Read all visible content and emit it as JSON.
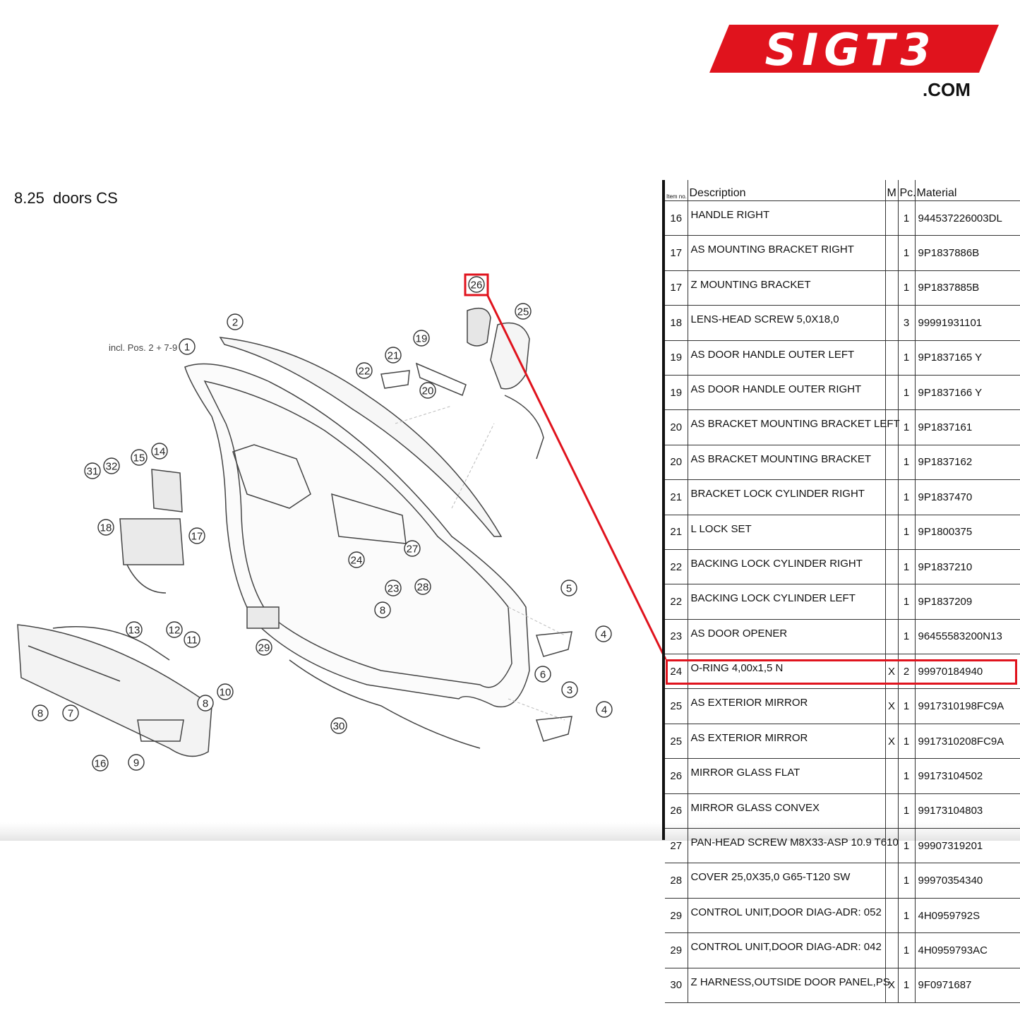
{
  "brand": {
    "logo_text": "SIGT3",
    "domain": ".COM",
    "color": "#e0131d"
  },
  "section": {
    "title": "8.25  doors CS"
  },
  "diagram": {
    "note": "incl. Pos. 2 + 7-9",
    "callouts": [
      "26",
      "25",
      "2",
      "1",
      "22",
      "21",
      "19",
      "20",
      "15",
      "14",
      "31",
      "32",
      "18",
      "17",
      "24",
      "27",
      "23",
      "28",
      "8",
      "5",
      "4",
      "13",
      "12",
      "11",
      "29",
      "10",
      "8",
      "6",
      "3",
      "4",
      "8",
      "7",
      "30",
      "16",
      "9"
    ],
    "highlight_color": "#e0131d"
  },
  "table": {
    "headers": {
      "item": "Item no.",
      "description": "Description",
      "m": "M",
      "pc": "Pc.",
      "material": "Material"
    },
    "rows": [
      {
        "item": "16",
        "description": "HANDLE RIGHT",
        "m": "",
        "pc": "1",
        "material": "944537226003DL"
      },
      {
        "item": "17",
        "description": "AS MOUNTING BRACKET RIGHT",
        "m": "",
        "pc": "1",
        "material": "9P1837886B"
      },
      {
        "item": "17",
        "description": "Z MOUNTING BRACKET",
        "m": "",
        "pc": "1",
        "material": "9P1837885B"
      },
      {
        "item": "18",
        "description": "LENS-HEAD SCREW 5,0X18,0",
        "m": "",
        "pc": "3",
        "material": "99991931101"
      },
      {
        "item": "19",
        "description": "AS DOOR HANDLE OUTER LEFT",
        "m": "",
        "pc": "1",
        "material": "9P1837165 Y"
      },
      {
        "item": "19",
        "description": "AS DOOR HANDLE OUTER RIGHT",
        "m": "",
        "pc": "1",
        "material": "9P1837166 Y"
      },
      {
        "item": "20",
        "description": "AS BRACKET MOUNTING BRACKET LEFT",
        "m": "",
        "pc": "1",
        "material": "9P1837161"
      },
      {
        "item": "20",
        "description": "AS BRACKET MOUNTING BRACKET",
        "m": "",
        "pc": "1",
        "material": "9P1837162"
      },
      {
        "item": "21",
        "description": "BRACKET LOCK CYLINDER RIGHT",
        "m": "",
        "pc": "1",
        "material": "9P1837470"
      },
      {
        "item": "21",
        "description": "L LOCK SET",
        "m": "",
        "pc": "1",
        "material": "9P1800375"
      },
      {
        "item": "22",
        "description": "BACKING LOCK CYLINDER RIGHT",
        "m": "",
        "pc": "1",
        "material": "9P1837210"
      },
      {
        "item": "22",
        "description": "BACKING LOCK CYLINDER LEFT",
        "m": "",
        "pc": "1",
        "material": "9P1837209"
      },
      {
        "item": "23",
        "description": "AS DOOR OPENER",
        "m": "",
        "pc": "1",
        "material": "96455583200N13"
      },
      {
        "item": "24",
        "description": "O-RING 4,00x1,5 N",
        "m": "X",
        "pc": "2",
        "material": "99970184940"
      },
      {
        "item": "25",
        "description": "AS EXTERIOR MIRROR",
        "m": "X",
        "pc": "1",
        "material": "9917310198FC9A"
      },
      {
        "item": "25",
        "description": "AS EXTERIOR MIRROR",
        "m": "X",
        "pc": "1",
        "material": "9917310208FC9A"
      },
      {
        "item": "26",
        "description": "MIRROR GLASS FLAT",
        "m": "",
        "pc": "1",
        "material": "99173104502"
      },
      {
        "item": "26",
        "description": "MIRROR GLASS CONVEX",
        "m": "",
        "pc": "1",
        "material": "99173104803",
        "highlighted": true
      },
      {
        "item": "27",
        "description": "PAN-HEAD SCREW M8X33-ASP 10.9 T610",
        "m": "",
        "pc": "1",
        "material": "99907319201"
      },
      {
        "item": "28",
        "description": "COVER 25,0X35,0 G65-T120 SW",
        "m": "",
        "pc": "1",
        "material": "99970354340"
      },
      {
        "item": "29",
        "description": "CONTROL UNIT,DOOR DIAG-ADR: 052",
        "m": "",
        "pc": "1",
        "material": "4H0959792S"
      },
      {
        "item": "29",
        "description": "CONTROL UNIT,DOOR DIAG-ADR: 042",
        "m": "",
        "pc": "1",
        "material": "4H0959793AC"
      },
      {
        "item": "30",
        "description": "Z HARNESS,OUTSIDE DOOR PANEL,PS",
        "m": "X",
        "pc": "1",
        "material": "9F0971687"
      }
    ]
  }
}
